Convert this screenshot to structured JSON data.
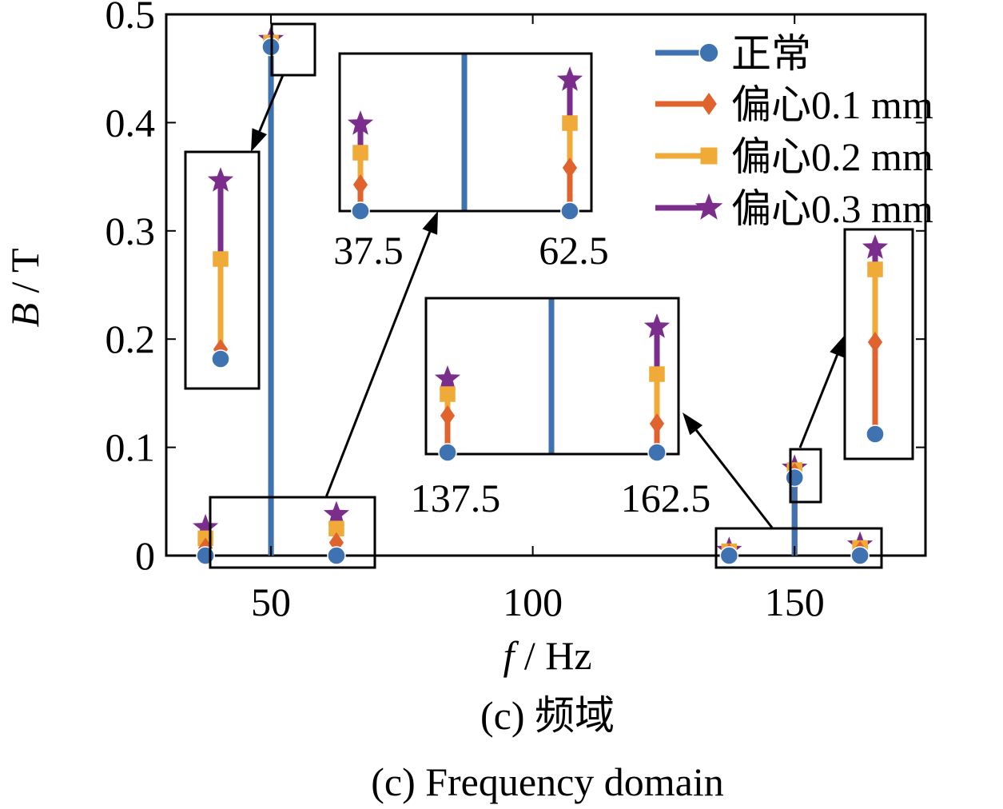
{
  "chart_data": {
    "type": "scatter",
    "subtype": "stem",
    "xlabel": {
      "var": "f",
      "unit": "/ Hz"
    },
    "ylabel": {
      "var": "B",
      "unit": "/ T"
    },
    "xlim": [
      30,
      175
    ],
    "ylim": [
      0,
      0.5
    ],
    "xticks": [
      {
        "value": 50,
        "label": "50"
      },
      {
        "value": 100,
        "label": "100"
      },
      {
        "value": 150,
        "label": "150"
      }
    ],
    "yticks": [
      {
        "value": 0,
        "label": "0"
      },
      {
        "value": 0.1,
        "label": "0.1"
      },
      {
        "value": 0.2,
        "label": "0.2"
      },
      {
        "value": 0.3,
        "label": "0.3"
      },
      {
        "value": 0.4,
        "label": "0.4"
      },
      {
        "value": 0.5,
        "label": "0.5"
      }
    ],
    "grid": false,
    "legend_position": "top-right",
    "series": [
      {
        "name": "正常",
        "color": "#3f72b0",
        "marker": "circle",
        "x": [
          37.5,
          50,
          62.5,
          137.5,
          150,
          162.5
        ],
        "y": [
          0.0,
          0.47,
          0.0,
          0.0,
          0.072,
          0.0
        ]
      },
      {
        "name": "偏心0.1 mm",
        "color": "#e0622c",
        "marker": "diamond",
        "x": [
          37.5,
          50,
          62.5,
          137.5,
          150,
          162.5
        ],
        "y": [
          0.007,
          0.472,
          0.012,
          0.002,
          0.076,
          0.004
        ]
      },
      {
        "name": "偏心0.2 mm",
        "color": "#efaa38",
        "marker": "square",
        "x": [
          37.5,
          50,
          62.5,
          137.5,
          150,
          162.5
        ],
        "y": [
          0.016,
          0.474,
          0.025,
          0.004,
          0.079,
          0.007
        ]
      },
      {
        "name": "偏心0.3 mm",
        "color": "#7a2d8a",
        "marker": "star",
        "x": [
          37.5,
          50,
          62.5,
          137.5,
          150,
          162.5
        ],
        "y": [
          0.026,
          0.477,
          0.038,
          0.005,
          0.081,
          0.01
        ]
      }
    ],
    "insets": [
      {
        "label_left": "37.5",
        "label_right": "62.5"
      },
      {
        "label_left": "137.5",
        "label_right": "162.5"
      }
    ]
  },
  "caption": {
    "zh": "(c)  频域",
    "en": "(c)  Frequency domain"
  }
}
